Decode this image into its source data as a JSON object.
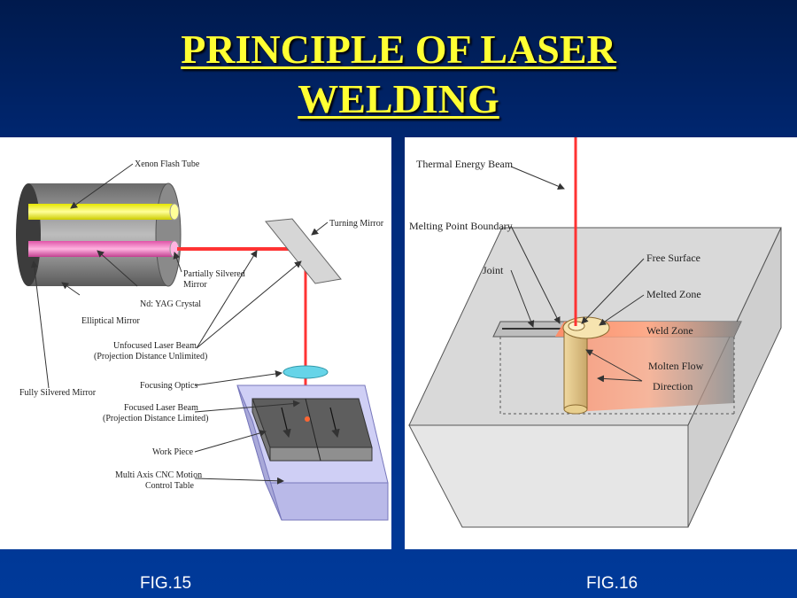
{
  "slide": {
    "title_line1": "PRINCIPLE OF LASER",
    "title_line2": "WELDING",
    "title_color": "#ffff33",
    "background_color": "#002a7a"
  },
  "fig15": {
    "caption": "FIG.15",
    "labels": {
      "xenon": "Xenon Flash Tube",
      "turning": "Turning Mirror",
      "partial1": "Partially Silvered",
      "partial2": "Mirror",
      "ndyag": "Nd: YAG Crystal",
      "elliptical": "Elliptical Mirror",
      "unfocused1": "Unfocused Laser Beam",
      "unfocused2": "(Projection Distance Unlimited)",
      "fully": "Fully Silvered Mirror",
      "optics": "Focusing Optics",
      "focused1": "Focused Laser Beam",
      "focused2": "(Projection Distance Limited)",
      "workpiece": "Work Piece",
      "cnc1": "Multi Axis CNC Motion",
      "cnc2": "Control Table"
    }
  },
  "fig16": {
    "caption": "FIG.16",
    "labels": {
      "thermal": "Thermal Energy Beam",
      "melting": "Melting Point Boundary",
      "joint": "Joint",
      "free": "Free Surface",
      "melted": "Melted Zone",
      "weld": "Weld Zone",
      "molten1": "Molten Flow",
      "molten2": "Direction"
    }
  },
  "colors": {
    "laser": "#ff3333",
    "xenon_tube": "#ffff66",
    "crystal": "#ff88cc",
    "table": "#c8c8f0"
  }
}
